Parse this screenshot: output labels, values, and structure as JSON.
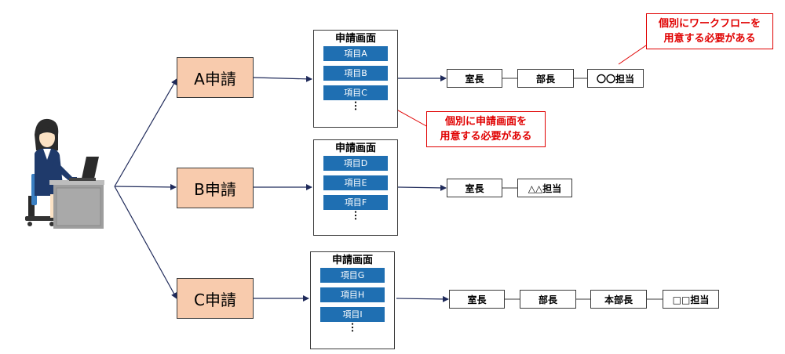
{
  "applications": [
    {
      "label": "A申請",
      "screen": {
        "title": "申請画面",
        "items": [
          "項目A",
          "項目B",
          "項目C"
        ],
        "more": "︙"
      },
      "workflow": [
        "室長",
        "部長",
        "〇〇担当"
      ]
    },
    {
      "label": "B申請",
      "screen": {
        "title": "申請画面",
        "items": [
          "項目D",
          "項目E",
          "項目F"
        ],
        "more": "︙"
      },
      "workflow": [
        "室長",
        "△△担当"
      ]
    },
    {
      "label": "C申請",
      "screen": {
        "title": "申請画面",
        "items": [
          "項目G",
          "項目H",
          "項目I"
        ],
        "more": "︙"
      },
      "workflow": [
        "室長",
        "部長",
        "本部長",
        "□□担当"
      ]
    }
  ],
  "callouts": {
    "workflow_note": [
      "個別にワークフローを",
      "用意する必要がある"
    ],
    "screen_note": [
      "個別に申請画面を",
      "用意する必要がある"
    ]
  },
  "colors": {
    "app_box": "#f8cbad",
    "item": "#1f6fb2",
    "note": "#e00000"
  },
  "icons": {
    "user": "person-at-laptop-icon"
  }
}
